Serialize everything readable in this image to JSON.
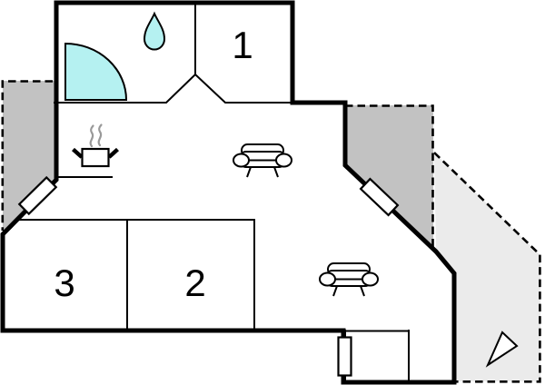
{
  "plan": {
    "type": "floor-plan",
    "rooms": [
      {
        "label": "1"
      },
      {
        "label": "2"
      },
      {
        "label": "3"
      }
    ],
    "colors": {
      "floor": "#ffffff",
      "wall": "#000000",
      "terrace_dark": "#c2c2c2",
      "terrace_light": "#ebebeb",
      "water": "#b5f1f1",
      "steam": "#999999",
      "door_fill": "#ffffff"
    },
    "icons": {
      "shower": "shower-icon",
      "water_drop": "water-drop-icon",
      "stove_pot": "stove-pot-icon",
      "sofa_top": "sofa-icon",
      "sofa_bottom": "sofa-icon",
      "north_arrow": "north-arrow-icon",
      "doors": [
        "door-marker",
        "door-marker",
        "door-marker"
      ]
    }
  }
}
